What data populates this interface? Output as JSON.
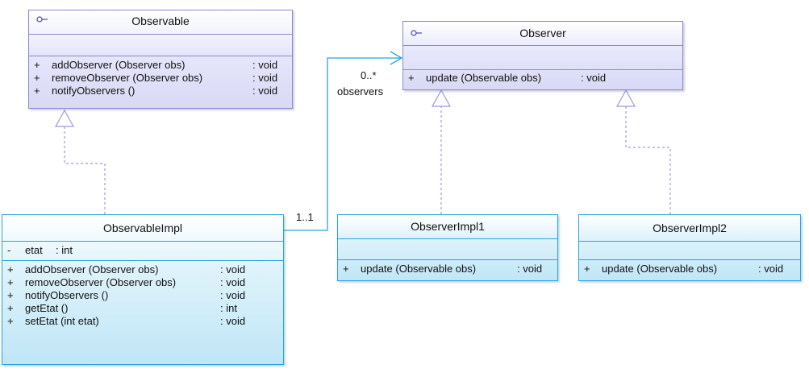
{
  "classes": {
    "observable": {
      "name": "Observable",
      "operations": [
        {
          "vis": "+",
          "sig": "addObserver (Observer obs)",
          "ret": ": void"
        },
        {
          "vis": "+",
          "sig": "removeObserver (Observer obs)",
          "ret": ": void"
        },
        {
          "vis": "+",
          "sig": "notifyObservers ()",
          "ret": ": void"
        }
      ]
    },
    "observer": {
      "name": "Observer",
      "operations": [
        {
          "vis": "+",
          "sig": "update (Observable obs)",
          "ret": ": void"
        }
      ]
    },
    "observable_impl": {
      "name": "ObservableImpl",
      "attributes": [
        {
          "vis": "-",
          "sig": "etat",
          "ret": ": int"
        }
      ],
      "operations": [
        {
          "vis": "+",
          "sig": "addObserver (Observer obs)",
          "ret": ": void"
        },
        {
          "vis": "+",
          "sig": "removeObserver (Observer obs)",
          "ret": ": void"
        },
        {
          "vis": "+",
          "sig": "notifyObservers ()",
          "ret": ": void"
        },
        {
          "vis": "+",
          "sig": "getEtat ()",
          "ret": ": int"
        },
        {
          "vis": "+",
          "sig": "setEtat (int etat)",
          "ret": ": void"
        }
      ]
    },
    "observer_impl1": {
      "name": "ObserverImpl1",
      "operations": [
        {
          "vis": "+",
          "sig": "update (Observable obs)",
          "ret": ": void"
        }
      ]
    },
    "observer_impl2": {
      "name": "ObserverImpl2",
      "operations": [
        {
          "vis": "+",
          "sig": "update (Observable obs)",
          "ret": ": void"
        }
      ]
    }
  },
  "association": {
    "source_multiplicity": "1..1",
    "target_multiplicity": "0..*",
    "target_role": "observers"
  },
  "colors": {
    "interface_border": "#8a8ad0",
    "class_border": "#29a3de",
    "association_line": "#29a3de",
    "realization_line": "#9b9bdc"
  }
}
